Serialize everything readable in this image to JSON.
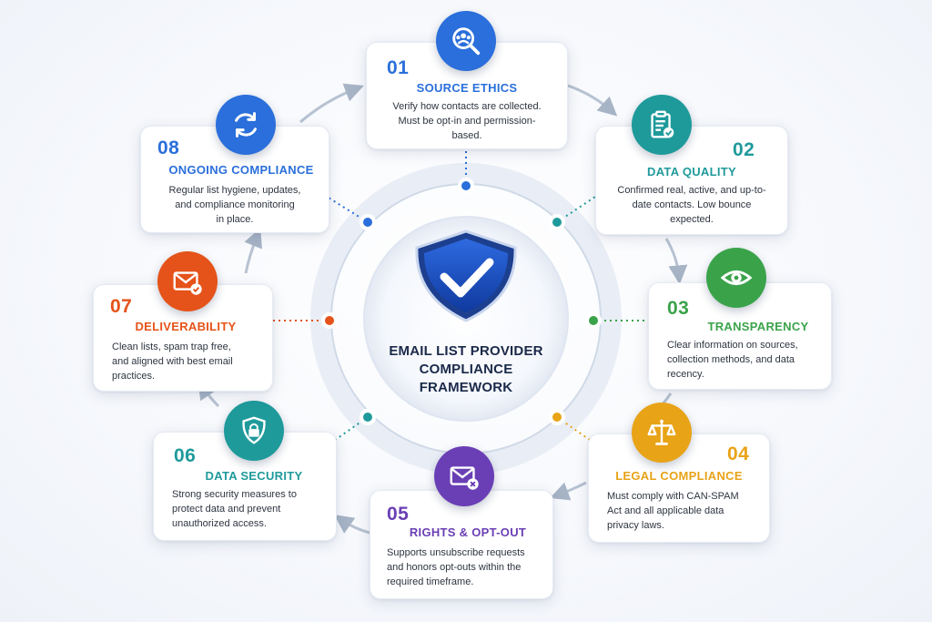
{
  "center": {
    "title_line1": "EMAIL LIST PROVIDER",
    "title_line2": "COMPLIANCE",
    "title_line3": "FRAMEWORK"
  },
  "steps": [
    {
      "num": "01",
      "title": "SOURCE ETHICS",
      "desc1": "Verify how contacts are collected.",
      "desc2": "Must be opt-in and permission-",
      "desc3": "based.",
      "color": "#2a6fdb",
      "icon": "user-group-search-icon"
    },
    {
      "num": "02",
      "title": "DATA QUALITY",
      "desc1": "Confirmed real, active, and up-to-",
      "desc2": "date contacts. Low bounce",
      "desc3": "expected.",
      "color": "#1f9a9b",
      "icon": "clipboard-check-icon"
    },
    {
      "num": "03",
      "title": "TRANSPARENCY",
      "desc1": "Clear information on sources,",
      "desc2": "collection methods, and data",
      "desc3": "recency.",
      "color": "#3aa34a",
      "icon": "eye-icon"
    },
    {
      "num": "04",
      "title": "LEGAL COMPLIANCE",
      "desc1": "Must comply with CAN-SPAM",
      "desc2": "Act and all applicable data",
      "desc3": "privacy laws.",
      "color": "#e8a317",
      "icon": "scales-icon"
    },
    {
      "num": "05",
      "title": "RIGHTS & OPT-OUT",
      "desc1": "Supports unsubscribe requests",
      "desc2": "and honors opt-outs within the",
      "desc3": "required timeframe.",
      "color": "#6a3fb5",
      "icon": "envelope-x-icon"
    },
    {
      "num": "06",
      "title": "DATA SECURITY",
      "desc1": "Strong security measures to",
      "desc2": "protect data and prevent",
      "desc3": "unauthorized access.",
      "color": "#1f9a9b",
      "icon": "shield-lock-icon"
    },
    {
      "num": "07",
      "title": "DELIVERABILITY",
      "desc1": "Clean lists, spam trap free,",
      "desc2": "and aligned with best email",
      "desc3": "practices.",
      "color": "#e5531a",
      "icon": "envelope-check-icon"
    },
    {
      "num": "08",
      "title": "ONGOING COMPLIANCE",
      "desc1": "Regular list hygiene, updates,",
      "desc2": "and compliance monitoring",
      "desc3": "in place.",
      "color": "#2a6fdb",
      "icon": "refresh-icon"
    }
  ]
}
